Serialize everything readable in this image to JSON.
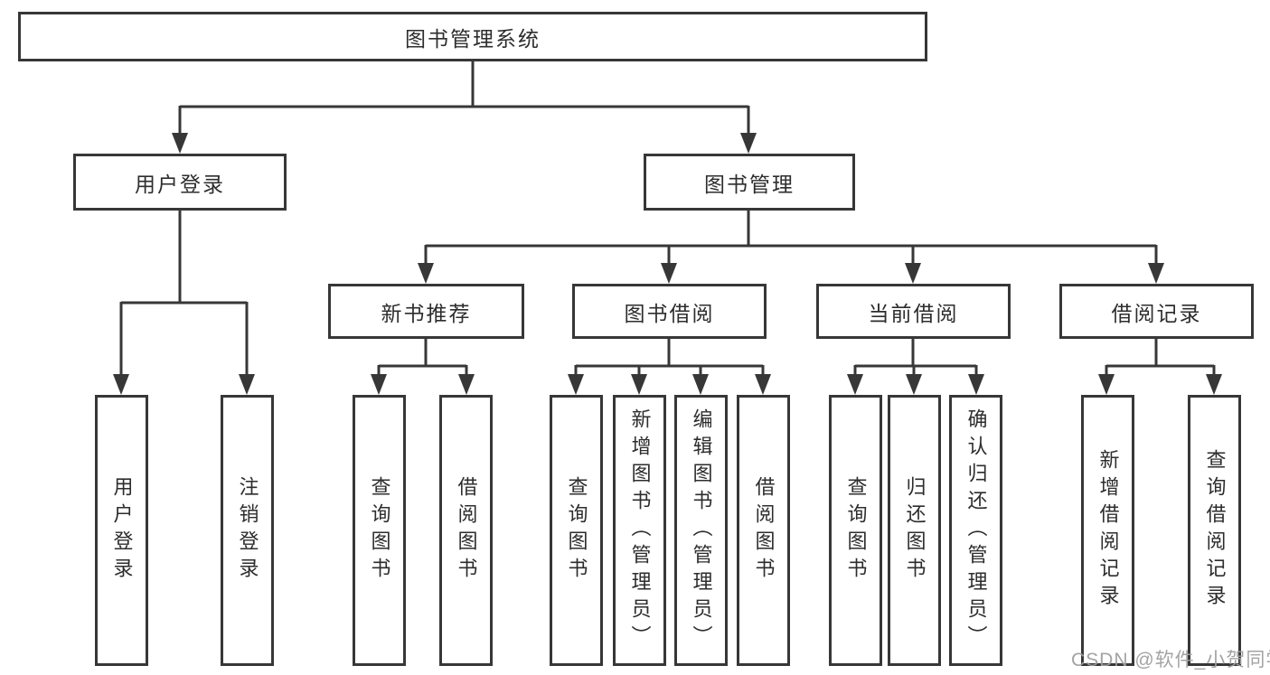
{
  "tree": {
    "label": "图书管理系统",
    "children": [
      {
        "label": "用户登录",
        "children": [
          {
            "label": "用户登录"
          },
          {
            "label": "注销登录"
          }
        ]
      },
      {
        "label": "图书管理",
        "children": [
          {
            "label": "新书推荐",
            "children": [
              {
                "label": "查询图书"
              },
              {
                "label": "借阅图书"
              }
            ]
          },
          {
            "label": "图书借阅",
            "children": [
              {
                "label": "查询图书"
              },
              {
                "label": "新增图书（管理员）"
              },
              {
                "label": "编辑图书（管理员）"
              },
              {
                "label": "借阅图书"
              }
            ]
          },
          {
            "label": "当前借阅",
            "children": [
              {
                "label": "查询图书"
              },
              {
                "label": "归还图书"
              },
              {
                "label": "确认归还（管理员）"
              }
            ]
          },
          {
            "label": "借阅记录",
            "children": [
              {
                "label": "新增借阅记录"
              },
              {
                "label": "查询借阅记录"
              }
            ]
          }
        ]
      }
    ]
  },
  "watermark": {
    "text": "CSDN @软件_小贺同学"
  },
  "colors": {
    "line": "#373737",
    "box_border": "#373737",
    "text": "#2d2d2d",
    "watermark": "#9e9e9e",
    "background": "#ffffff"
  }
}
